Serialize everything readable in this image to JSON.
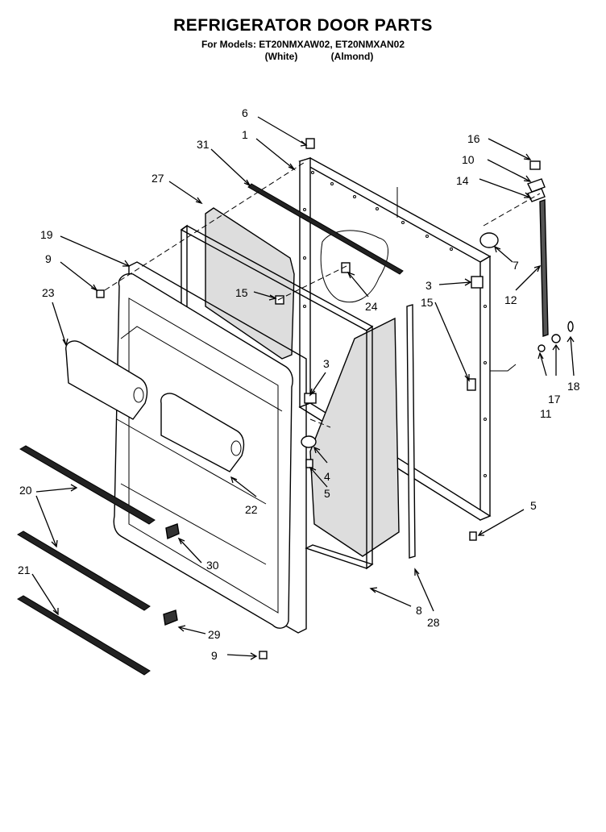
{
  "header": {
    "title": "REFRIGERATOR DOOR PARTS",
    "models_line": "For Models: ET20NMXAW02, ET20NMXAN02",
    "color_white": "(White)",
    "color_almond": "(Almond)"
  },
  "callouts": {
    "c6": "6",
    "c1": "1",
    "c31": "31",
    "c27": "27",
    "c19": "19",
    "c9a": "9",
    "c23": "23",
    "c15a": "15",
    "c24": "24",
    "c16": "16",
    "c10": "10",
    "c14": "14",
    "c7": "7",
    "c12": "12",
    "c3a": "3",
    "c15b": "15",
    "c3b": "3",
    "c4": "4",
    "c5a": "5",
    "c17": "17",
    "c18": "18",
    "c11": "11",
    "c5b": "5",
    "c20": "20",
    "c22": "22",
    "c30": "30",
    "c21": "21",
    "c8": "8",
    "c28": "28",
    "c29": "29",
    "c9b": "9"
  }
}
